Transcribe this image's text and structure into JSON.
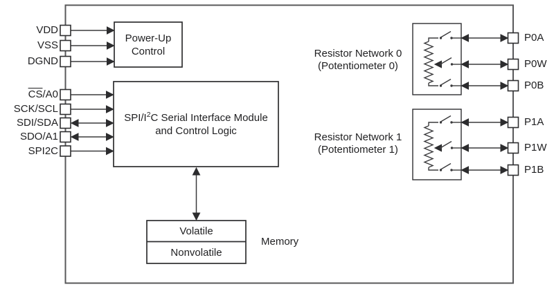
{
  "diagram": {
    "left_pins": [
      {
        "over": "",
        "text": "VDD"
      },
      {
        "over": "",
        "text": "VSS"
      },
      {
        "over": "",
        "text": "DGND"
      },
      {
        "over": "CS",
        "text": "/A0"
      },
      {
        "over": "",
        "text": "SCK/SCL"
      },
      {
        "over": "",
        "text": "SDI/SDA"
      },
      {
        "over": "",
        "text": "SDO/A1"
      },
      {
        "over": "",
        "text": "SPI2C"
      }
    ],
    "right_pins": [
      {
        "text": "P0A"
      },
      {
        "text": "P0W"
      },
      {
        "text": "P0B"
      },
      {
        "text": "P1A"
      },
      {
        "text": "P1W"
      },
      {
        "text": "P1B"
      }
    ],
    "power_up_block": {
      "line1": "Power-Up",
      "line2": "Control"
    },
    "serial_block": {
      "line1_pre": "SPI/I",
      "line1_sup": "2",
      "line1_post": "C Serial Interface Module",
      "line2": "and Control Logic"
    },
    "memory_block": {
      "row1": "Volatile",
      "row2": "Nonvolatile",
      "caption": "Memory"
    },
    "resistor_network_0": {
      "line1": "Resistor Network 0",
      "line2": "(Potentiometer 0)"
    },
    "resistor_network_1": {
      "line1": "Resistor Network 1",
      "line2": "(Potentiometer 1)"
    },
    "colors": {
      "wire": "#3a3a3c",
      "outer_border": "#58585a",
      "block_border": "#2e2e30",
      "text": "#1f1f21",
      "background": "#ffffff"
    }
  }
}
